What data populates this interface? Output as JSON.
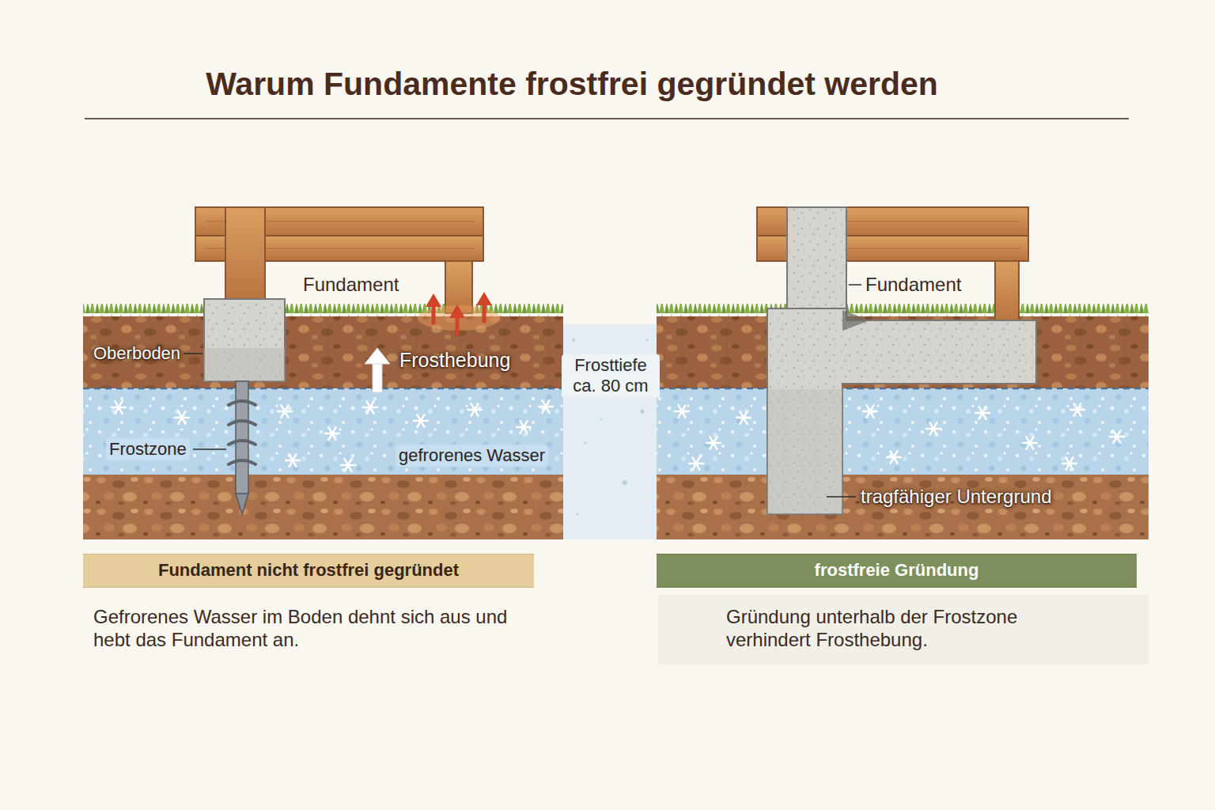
{
  "diagram": {
    "title": "Warum Fundamente frostfrei gegründet werden",
    "nodes": [
      {
        "text": [
          "Fundament nicht frostfrei gegründet"
        ]
      },
      {
        "text": [
          "frostfreie Gründung"
        ]
      }
    ],
    "labels": [
      "Fundament",
      "Oberboden",
      "Frosthebung",
      "Frostzone",
      "gefrorenes Wasser",
      "Gefrorenes Wasser im Boden dehnt sich aus und hebt das Fundament an.",
      "Frosttiefe ca. 80 cm",
      "Fundament",
      "tragfähiger Untergrund",
      "Gründung unterhalb der Frostzone verhindert Frosthebung."
    ]
  }
}
